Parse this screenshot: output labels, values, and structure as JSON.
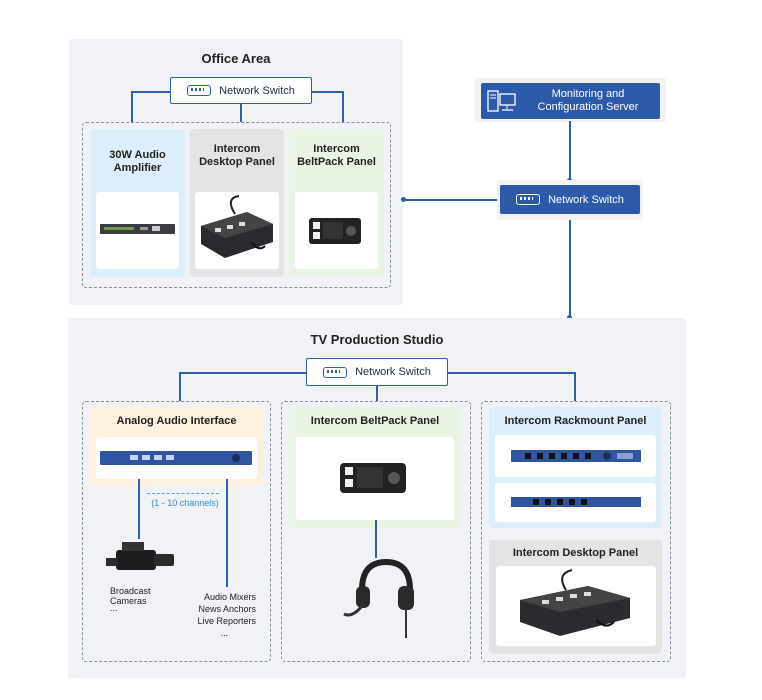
{
  "office": {
    "title": "Office Area",
    "switch_label": "Network Switch",
    "devices": [
      {
        "label": "30W Audio Amplifier"
      },
      {
        "label": "Intercom Desktop Panel"
      },
      {
        "label": "Intercom BeltPack Panel"
      }
    ]
  },
  "server": {
    "label": "Monitoring and Configuration Server"
  },
  "core_switch": {
    "label": "Network Switch"
  },
  "studio": {
    "title": "TV Production Studio",
    "switch_label": "Network Switch",
    "analog": {
      "title": "Analog Audio Interface",
      "channels": "(1 - 10 channels)",
      "cameras": [
        "Broadcast",
        "Cameras",
        "..."
      ],
      "outputs": [
        "Audio Mixers",
        "News Anchors",
        "Live Reporters",
        "..."
      ]
    },
    "beltpack": {
      "title": "Intercom BeltPack Panel"
    },
    "rackmount": {
      "title": "Intercom Rackmount Panel"
    },
    "desktop": {
      "title": "Intercom Desktop Panel"
    }
  },
  "colors": {
    "accent": "#2f5fae",
    "server_bg": "#2d5aa8"
  },
  "icons": [
    "network-switch-icon",
    "server-icon",
    "camera-icon",
    "headset-icon"
  ]
}
